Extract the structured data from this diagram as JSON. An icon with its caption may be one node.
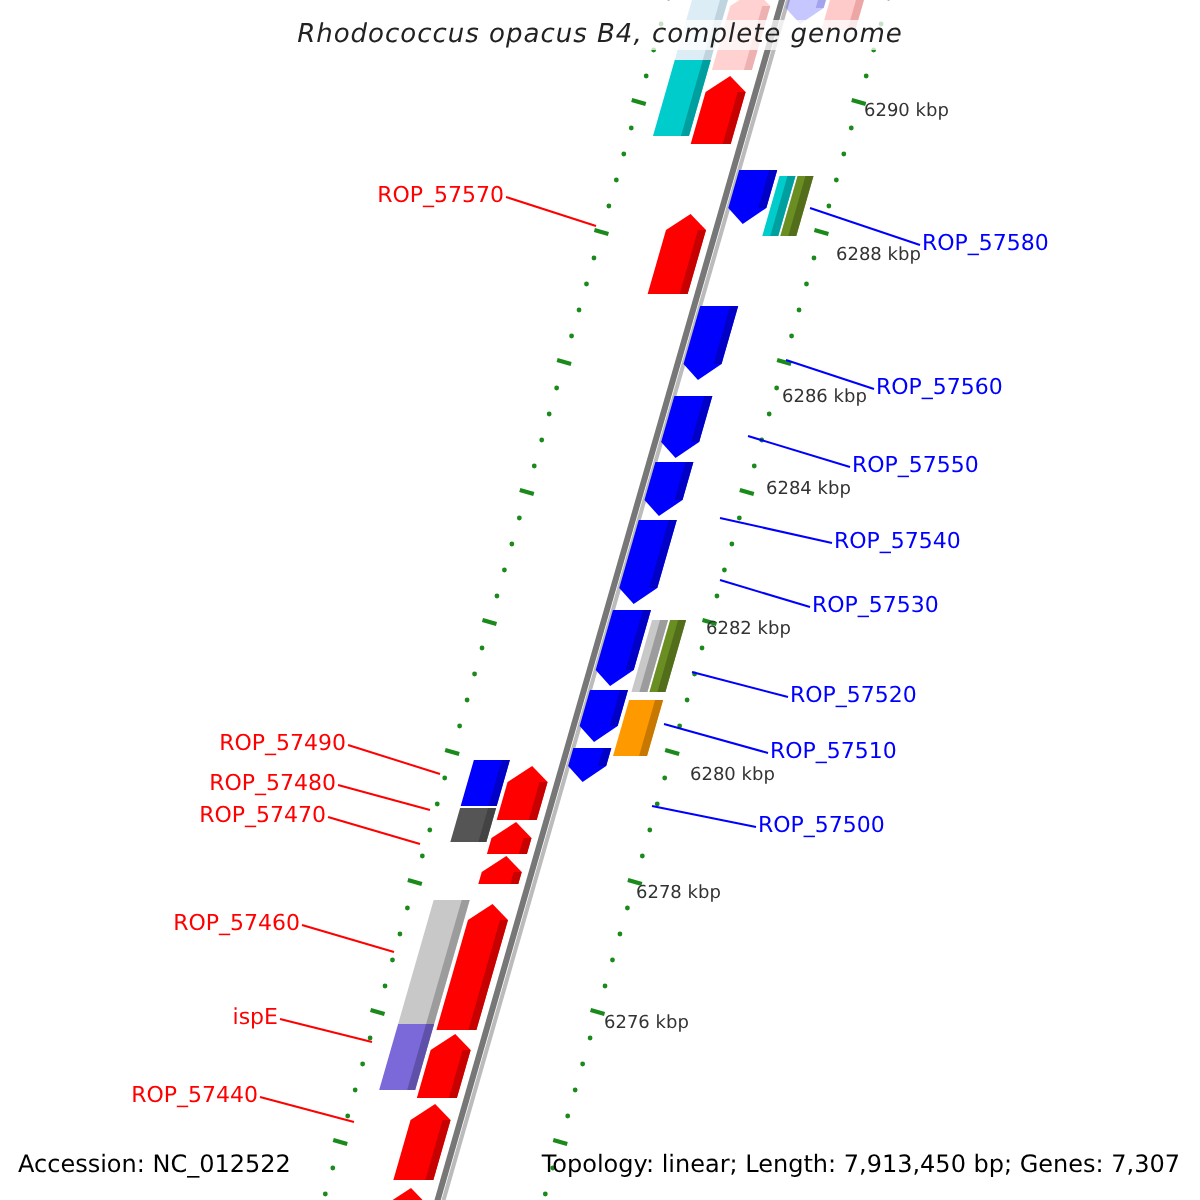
{
  "diagram": {
    "title": "Rhodococcus opacus B4, complete genome",
    "nodes": [
      {
        "text": [
          "ROP_57570"
        ]
      },
      {
        "text": [
          "ROP_57580"
        ]
      },
      {
        "text": [
          "ROP_57560"
        ]
      },
      {
        "text": [
          "ROP_57550"
        ]
      },
      {
        "text": [
          "ROP_57540"
        ]
      },
      {
        "text": [
          "ROP_57530"
        ]
      },
      {
        "text": [
          "ROP_57520"
        ]
      },
      {
        "text": [
          "ROP_57490"
        ]
      },
      {
        "text": [
          "ROP_57510"
        ]
      },
      {
        "text": [
          "ROP_57480"
        ]
      },
      {
        "text": [
          "ROP_57500"
        ]
      },
      {
        "text": [
          "ROP_57470"
        ]
      },
      {
        "text": [
          "ROP_57460"
        ]
      },
      {
        "text": [
          "ispE"
        ]
      },
      {
        "text": [
          "ROP_57440"
        ]
      }
    ],
    "edges": [
      {
        "from": 0,
        "to": null,
        "arrow": "none",
        "color": "#ff0000"
      },
      {
        "from": 1,
        "to": null,
        "arrow": "none"
      },
      {
        "from": 2,
        "to": null,
        "arrow": "none"
      },
      {
        "from": 3,
        "to": null,
        "arrow": "none"
      },
      {
        "from": 4,
        "to": null,
        "arrow": "none"
      },
      {
        "from": 5,
        "to": null,
        "arrow": "none"
      },
      {
        "from": 6,
        "to": null,
        "arrow": "none"
      },
      {
        "from": 7,
        "to": null,
        "arrow": "none",
        "color": "#ff0000"
      },
      {
        "from": 8,
        "to": null,
        "arrow": "none"
      },
      {
        "from": 9,
        "to": null,
        "arrow": "none",
        "color": "#ff0000"
      },
      {
        "from": 10,
        "to": null,
        "arrow": "none"
      },
      {
        "from": 11,
        "to": null,
        "arrow": "none",
        "color": "#ff0000"
      },
      {
        "from": 12,
        "to": null,
        "arrow": "none",
        "color": "#ff0000"
      },
      {
        "from": 13,
        "to": null,
        "arrow": "none",
        "color": "#ff0000"
      },
      {
        "from": 14,
        "to": null,
        "arrow": "none",
        "color": "#ff0000"
      }
    ],
    "labels": [
      "6290 kbp",
      "6288 kbp",
      "6286 kbp",
      "6284 kbp",
      "6282 kbp",
      "6280 kbp",
      "6278 kbp",
      "6276 kbp",
      "Accession: NC_012522",
      "Topology: linear; Length: 7,913,450 bp; Genes: 7,307"
    ]
  }
}
